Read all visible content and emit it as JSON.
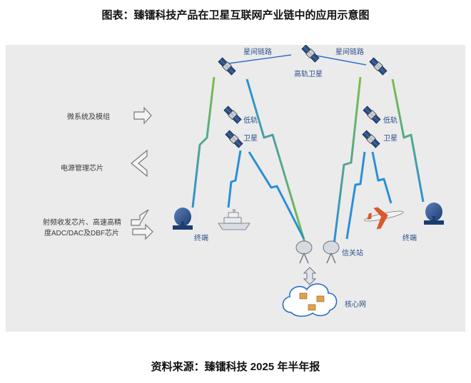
{
  "title": "图表：臻镭科技产品在卫星互联网产业链中的应用示意图",
  "source": "资料来源：臻镭科技 2025 年半年报",
  "products": {
    "micro_system": "微系统及模组",
    "power_chip": "电源管理芯片",
    "rf_line1": "射频收发芯片、高速高精",
    "rf_line2": "度ADC/DAC及DBF芯片"
  },
  "network": {
    "isl_left": "星间链路",
    "isl_right": "星间链路",
    "geo_sat": "高轨卫星",
    "leo_left_1": "低轨",
    "leo_left_2": "卫星",
    "leo_right_1": "低轨",
    "leo_right_2": "卫星",
    "terminal_left": "终端",
    "terminal_right": "终端",
    "gateway": "信关站",
    "core_network": "核心网"
  }
}
